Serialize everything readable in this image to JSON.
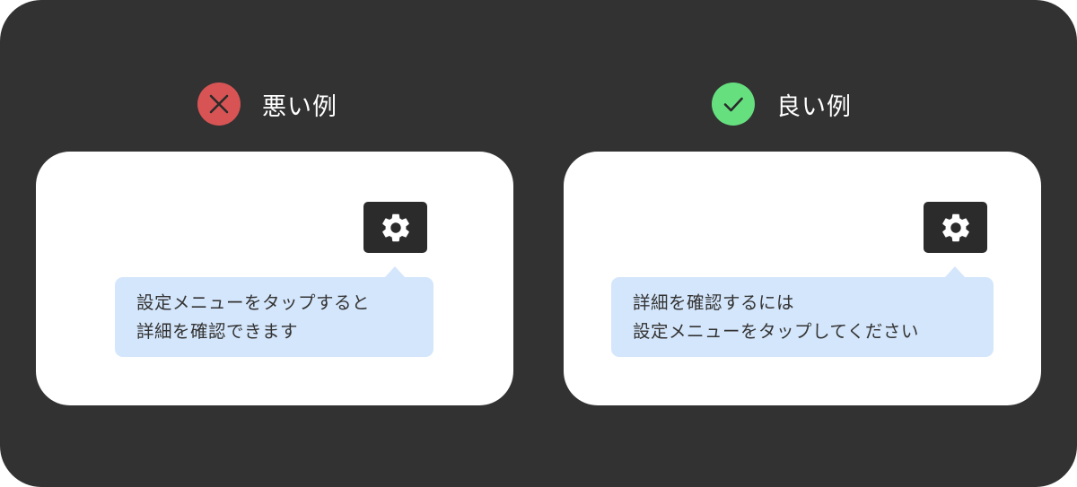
{
  "bad": {
    "label": "悪い例",
    "badge_color": "#d85454",
    "badge_icon": "x-icon",
    "settings_icon": "gear-icon",
    "tooltip_lines": [
      "設定メニューをタップすると",
      "詳細を確認できます"
    ]
  },
  "good": {
    "label": "良い例",
    "badge_color": "#66e07f",
    "badge_icon": "check-icon",
    "settings_icon": "gear-icon",
    "tooltip_lines": [
      "詳細を確認するには",
      "設定メニューをタップしてください"
    ]
  },
  "colors": {
    "background": "#323232",
    "card": "#ffffff",
    "tooltip": "#d4e6fb",
    "settings_button": "#2b2b2b"
  }
}
